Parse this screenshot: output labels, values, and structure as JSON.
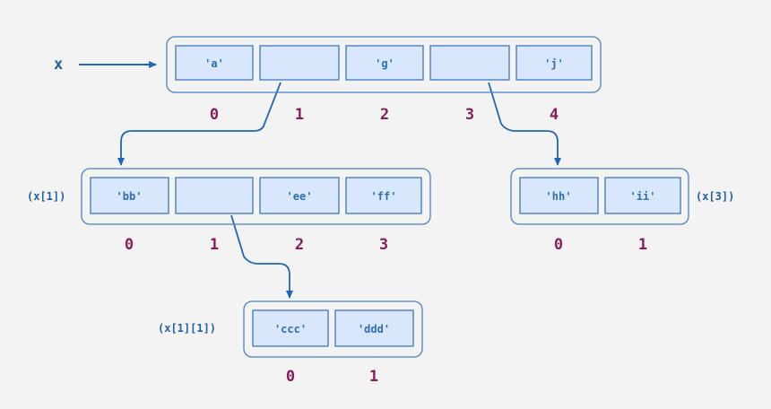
{
  "colors": {
    "background": "#f3f3f3",
    "cell_fill": "#d8e7fb",
    "cell_stroke": "#3f77b8",
    "container_stroke": "#4b82c2",
    "arrow": "#1f66b8",
    "index_text": "#8a1d59",
    "cell_text": "#2f6fae"
  },
  "variable": {
    "name": "x"
  },
  "lists": [
    {
      "id": "x",
      "label": "",
      "cells": [
        "'a'",
        "",
        "'g'",
        "",
        "'j'"
      ],
      "indices": [
        "0",
        "1",
        "2",
        "3",
        "4"
      ]
    },
    {
      "id": "x1",
      "label": "(x[1])",
      "cells": [
        "'bb'",
        "",
        "'ee'",
        "'ff'"
      ],
      "indices": [
        "0",
        "1",
        "2",
        "3"
      ]
    },
    {
      "id": "x3",
      "label": "(x[3])",
      "cells": [
        "'hh'",
        "'ii'"
      ],
      "indices": [
        "0",
        "1"
      ]
    },
    {
      "id": "x11",
      "label": "(x[1][1])",
      "cells": [
        "'ccc'",
        "'ddd'"
      ],
      "indices": [
        "0",
        "1"
      ]
    }
  ],
  "references": [
    {
      "from_list": "x",
      "from_cell": 1,
      "to_list": "x1"
    },
    {
      "from_list": "x",
      "from_cell": 3,
      "to_list": "x3"
    },
    {
      "from_list": "x1",
      "from_cell": 1,
      "to_list": "x11"
    }
  ]
}
